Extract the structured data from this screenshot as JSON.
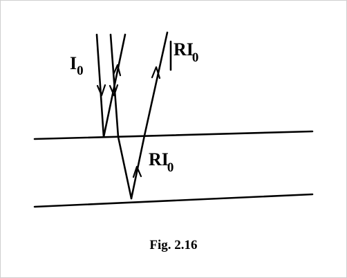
{
  "labels": {
    "incident_main": "I",
    "incident_sub": "0",
    "reflected_top_main": "RI",
    "reflected_top_sub": "0",
    "reflected_inner_main": "RI",
    "reflected_inner_sub": "0",
    "caption": "Fig. 2.16"
  }
}
